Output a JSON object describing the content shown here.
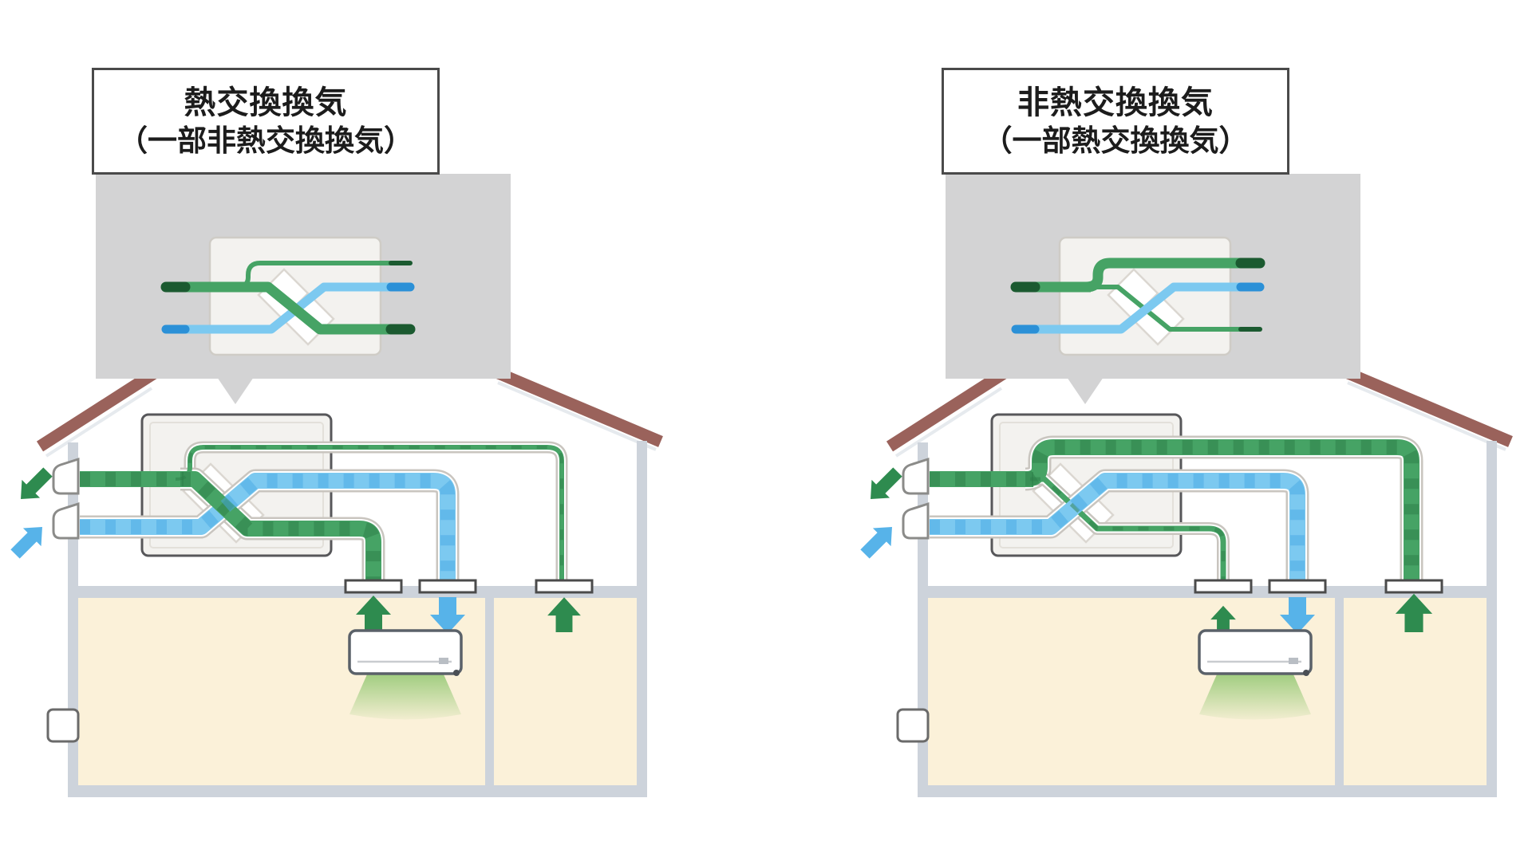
{
  "figure": {
    "description_visible_text_only": true,
    "diagrams": [
      {
        "id": "heat-exchange-ventilation",
        "title_line1": "熱交換換気",
        "title_line2": "（一部非熱交換換気）",
        "bypass_width": "thin",
        "exchange_width": "thick",
        "room1_arrow_scale": 1.0,
        "room2_arrow_scale": 0.95
      },
      {
        "id": "non-heat-exchange-ventilation",
        "title_line1": "非熱交換換気",
        "title_line2": "（一部熱交換換気）",
        "bypass_width": "thick",
        "exchange_width": "thin",
        "room1_arrow_scale": 0.72,
        "room2_arrow_scale": 1.05
      }
    ],
    "colors": {
      "green_flow": "#46a365",
      "green_flow_dash": "#2c7d48",
      "green_cap": "#1b5a30",
      "green_arrow": "#2e8b4f",
      "blue_flow": "#7cc9f0",
      "blue_flow_dash": "#47a9e3",
      "blue_cap": "#2b90d7",
      "blue_arrow": "#57b3e9",
      "roof": "#9a625b",
      "wall_gray": "#cdd3db",
      "room_fill": "#fbf1d9",
      "callout_gray": "#d3d3d4",
      "unit_fill": "#f3f2ef",
      "unit_border": "#57575a",
      "casing_gray": "#c9c5bf",
      "diamond_stroke": "#dbd7d1",
      "label_border": "#4a4a4a",
      "ac_fan_green": "#97c977"
    }
  }
}
